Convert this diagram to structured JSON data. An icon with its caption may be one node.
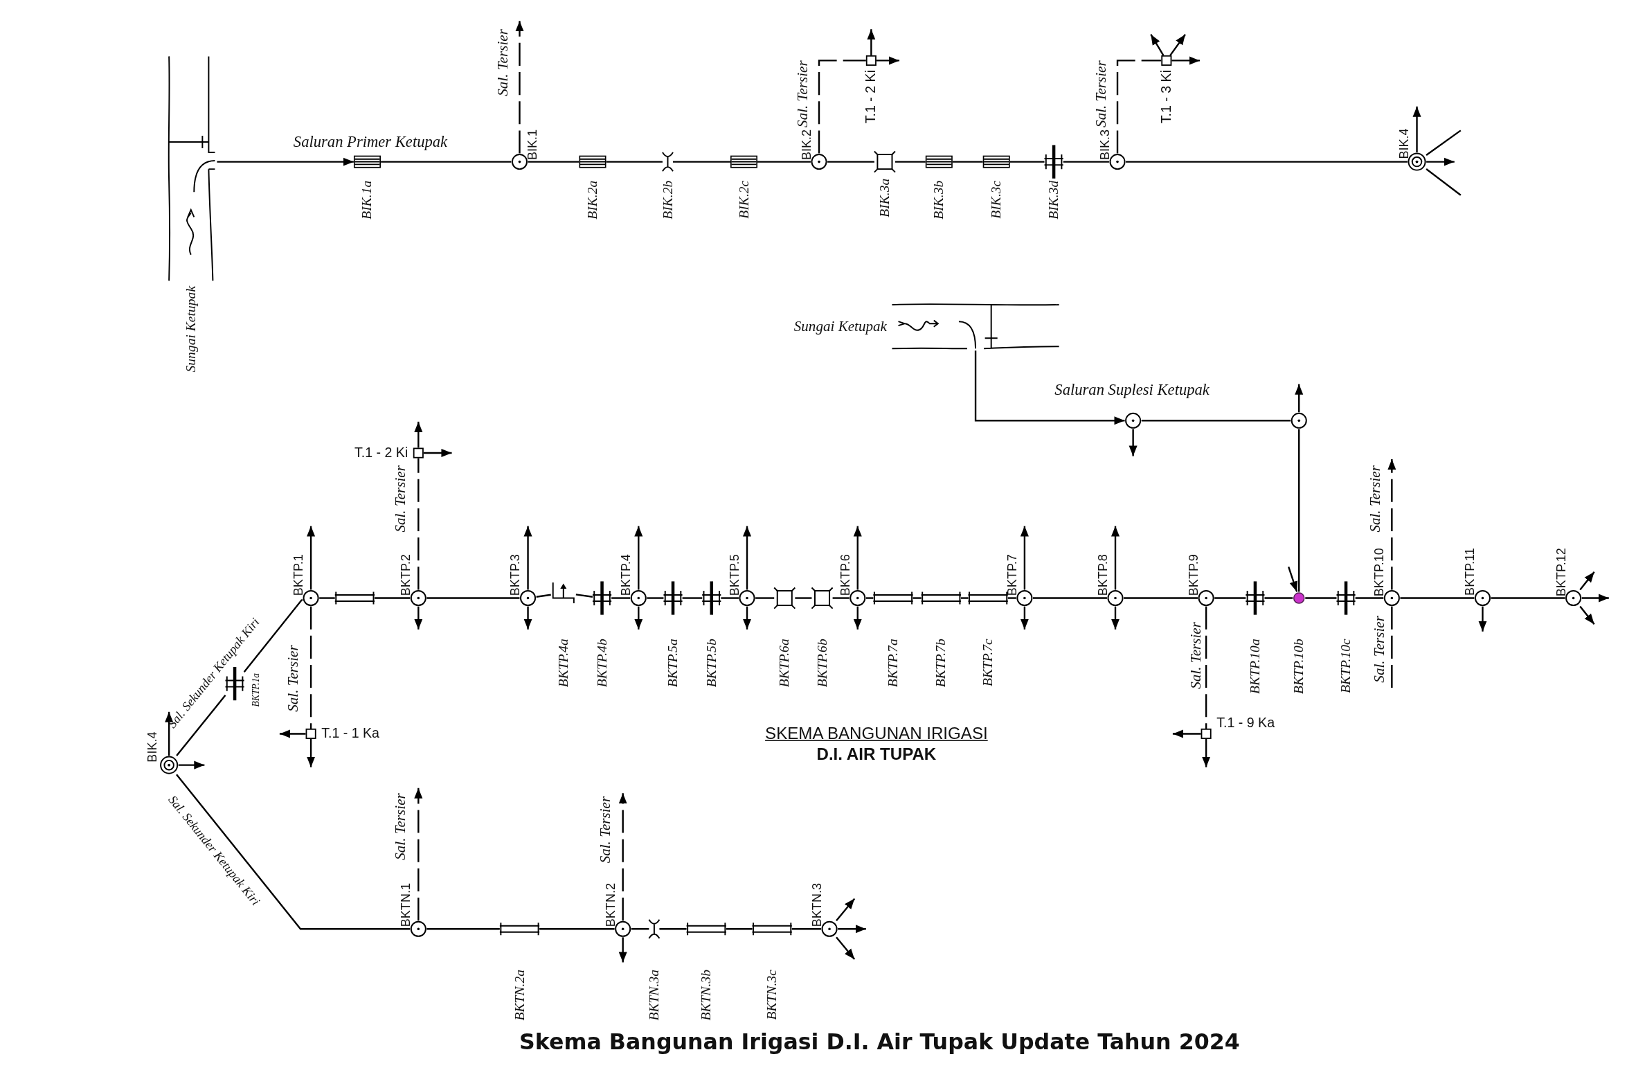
{
  "diagram": {
    "caption": "Skema Bangunan Irigasi D.I. Air Tupak Update Tahun 2024",
    "nodes": [
      {
        "text": [
          "Sungai Ketupak"
        ]
      },
      {
        "text": [
          "BIK.1a"
        ]
      },
      {
        "text": [
          "BIK.1"
        ]
      },
      {
        "text": [
          "BIK.2a"
        ]
      },
      {
        "text": [
          "BIK.2b"
        ]
      },
      {
        "text": [
          "BIK.2c"
        ]
      },
      {
        "text": [
          "BIK.2"
        ]
      },
      {
        "text": [
          "T.1 - 2 Ki"
        ]
      },
      {
        "text": [
          "BIK.3a"
        ]
      },
      {
        "text": [
          "BIK.3b"
        ]
      },
      {
        "text": [
          "BIK.3c"
        ]
      },
      {
        "text": [
          "BIK.3d"
        ]
      },
      {
        "text": [
          "BIK.3"
        ]
      },
      {
        "text": [
          "T.1 - 3 Ki"
        ]
      },
      {
        "text": [
          "BIK.4"
        ]
      },
      {
        "text": [
          "Sungai Ketupak"
        ]
      },
      {
        "text": [],
        "shape": "circle"
      },
      {
        "text": [],
        "shape": "circle"
      },
      {
        "text": [
          "BIK.4"
        ]
      },
      {
        "text": [
          "BKTP.1a"
        ]
      },
      {
        "text": [
          "BKTP.1"
        ]
      },
      {
        "text": [
          "T.1 - 1 Ka"
        ]
      },
      {
        "text": [],
        "shape": "box"
      },
      {
        "text": [
          "BKTP.2"
        ]
      },
      {
        "text": [
          "T.1 - 2 Ki"
        ]
      },
      {
        "text": [
          "BKTP.3"
        ]
      },
      {
        "text": [
          "BKTP.4a"
        ]
      },
      {
        "text": [
          "BKTP.4b"
        ]
      },
      {
        "text": [
          "BKTP.4"
        ]
      },
      {
        "text": [
          "BKTP.5a"
        ]
      },
      {
        "text": [
          "BKTP.5b"
        ]
      },
      {
        "text": [
          "BKTP.5"
        ]
      },
      {
        "text": [
          "BKTP.6a"
        ]
      },
      {
        "text": [
          "BKTP.6b"
        ]
      },
      {
        "text": [
          "BKTP.6"
        ]
      },
      {
        "text": [
          "BKTP.7a"
        ]
      },
      {
        "text": [
          "BKTP.7b"
        ]
      },
      {
        "text": [
          "BKTP.7c"
        ]
      },
      {
        "text": [
          "BKTP.7"
        ]
      },
      {
        "text": [
          "BKTP.8"
        ]
      },
      {
        "text": [
          "BKTP.9"
        ]
      },
      {
        "text": [
          "T.1 - 9 Ka"
        ]
      },
      {
        "text": [
          "BKTP.10a"
        ]
      },
      {
        "text": [
          "BKTP.10b"
        ]
      },
      {
        "text": [
          "BKTP.10c"
        ]
      },
      {
        "text": [
          "BKTP.10"
        ]
      },
      {
        "text": [
          "BKTP.11"
        ]
      },
      {
        "text": [
          "BKTP.12"
        ]
      },
      {
        "text": [
          "BKTN.1"
        ]
      },
      {
        "text": [
          "BKTN.2a"
        ]
      },
      {
        "text": [
          "BKTN.2"
        ]
      },
      {
        "text": [
          "BKTN.3a"
        ]
      },
      {
        "text": [
          "BKTN.3b"
        ]
      },
      {
        "text": [
          "BKTN.3c"
        ]
      },
      {
        "text": [
          "BKTN.3"
        ]
      }
    ],
    "edges": [
      {
        "from": 0,
        "to": 1,
        "arrow": "to",
        "label": "Saluran Primer Ketupak"
      },
      {
        "from": 1,
        "to": 2,
        "arrow": "none"
      },
      {
        "from": 2,
        "to": null,
        "arrow": "to",
        "style": "dashed",
        "label": "Sal. Tersier"
      },
      {
        "from": 2,
        "to": 3,
        "arrow": "none"
      },
      {
        "from": 3,
        "to": 4,
        "arrow": "none"
      },
      {
        "from": 4,
        "to": 5,
        "arrow": "none"
      },
      {
        "from": 5,
        "to": 6,
        "arrow": "none"
      },
      {
        "from": 6,
        "to": 7,
        "arrow": "none",
        "style": "dashed",
        "label": "Sal. Tersier"
      },
      {
        "from": 6,
        "to": 8,
        "arrow": "none"
      },
      {
        "from": 8,
        "to": 9,
        "arrow": "none"
      },
      {
        "from": 9,
        "to": 10,
        "arrow": "none"
      },
      {
        "from": 10,
        "to": 11,
        "arrow": "none"
      },
      {
        "from": 11,
        "to": 12,
        "arrow": "none"
      },
      {
        "from": 12,
        "to": 13,
        "arrow": "none",
        "style": "dashed",
        "label": "Sal. Tersier"
      },
      {
        "from": 12,
        "to": 14,
        "arrow": "none"
      },
      {
        "from": 14,
        "to": null,
        "arrow": "none"
      },
      {
        "from": 14,
        "to": null,
        "arrow": "none"
      },
      {
        "from": 15,
        "to": 16,
        "arrow": "to",
        "label": "Saluran Suplesi Ketupak"
      },
      {
        "from": 16,
        "to": 17,
        "arrow": "none"
      },
      {
        "from": 17,
        "to": 43,
        "arrow": "none"
      },
      {
        "from": 18,
        "to": 19,
        "arrow": "none",
        "label": "Sal. Sekunder Ketupak Kiri"
      },
      {
        "from": 19,
        "to": 20,
        "arrow": "none"
      },
      {
        "from": 20,
        "to": 21,
        "arrow": "none",
        "style": "dashed",
        "label": "Sal. Tersier"
      },
      {
        "from": 20,
        "to": 22,
        "arrow": "none"
      },
      {
        "from": 22,
        "to": 23,
        "arrow": "none"
      },
      {
        "from": 23,
        "to": 24,
        "arrow": "none",
        "style": "dashed",
        "label": "Sal. Tersier"
      },
      {
        "from": 23,
        "to": 25,
        "arrow": "none"
      },
      {
        "from": 25,
        "to": 26,
        "arrow": "none"
      },
      {
        "from": 26,
        "to": 27,
        "arrow": "none"
      },
      {
        "from": 27,
        "to": 28,
        "arrow": "none"
      },
      {
        "from": 28,
        "to": 29,
        "arrow": "none"
      },
      {
        "from": 29,
        "to": 30,
        "arrow": "none"
      },
      {
        "from": 30,
        "to": 31,
        "arrow": "none"
      },
      {
        "from": 31,
        "to": 32,
        "arrow": "none"
      },
      {
        "from": 32,
        "to": 33,
        "arrow": "none"
      },
      {
        "from": 33,
        "to": 34,
        "arrow": "none"
      },
      {
        "from": 34,
        "to": 35,
        "arrow": "none"
      },
      {
        "from": 35,
        "to": 36,
        "arrow": "none"
      },
      {
        "from": 36,
        "to": 37,
        "arrow": "none"
      },
      {
        "from": 37,
        "to": 38,
        "arrow": "none"
      },
      {
        "from": 38,
        "to": 39,
        "arrow": "none"
      },
      {
        "from": 39,
        "to": 40,
        "arrow": "none"
      },
      {
        "from": 40,
        "to": 41,
        "arrow": "none",
        "style": "dashed",
        "label": "Sal. Tersier"
      },
      {
        "from": 40,
        "to": 42,
        "arrow": "none"
      },
      {
        "from": 42,
        "to": 43,
        "arrow": "none"
      },
      {
        "from": 43,
        "to": 44,
        "arrow": "none"
      },
      {
        "from": 44,
        "to": 45,
        "arrow": "none"
      },
      {
        "from": 45,
        "to": null,
        "arrow": "to",
        "style": "dashed",
        "label": "Sal. Tersier"
      },
      {
        "from": 45,
        "to": null,
        "arrow": "none",
        "style": "dashed",
        "label": "Sal. Tersier"
      },
      {
        "from": 45,
        "to": 46,
        "arrow": "none"
      },
      {
        "from": 46,
        "to": 47,
        "arrow": "none"
      },
      {
        "from": 18,
        "to": 48,
        "arrow": "none",
        "label": "Sal. Sekunder Ketupak Kiri"
      },
      {
        "from": 48,
        "to": null,
        "arrow": "to",
        "style": "dashed",
        "label": "Sal. Tersier"
      },
      {
        "from": 48,
        "to": 49,
        "arrow": "none"
      },
      {
        "from": 49,
        "to": 50,
        "arrow": "none"
      },
      {
        "from": 50,
        "to": null,
        "arrow": "to",
        "style": "dashed",
        "label": "Sal. Tersier"
      },
      {
        "from": 50,
        "to": 51,
        "arrow": "none"
      },
      {
        "from": 51,
        "to": 52,
        "arrow": "none"
      },
      {
        "from": 52,
        "to": 53,
        "arrow": "none"
      },
      {
        "from": 53,
        "to": 54,
        "arrow": "none"
      },
      {
        "from": 7,
        "to": null,
        "arrow": "to"
      },
      {
        "from": 7,
        "to": null,
        "arrow": "to"
      },
      {
        "from": 13,
        "to": null,
        "arrow": "to"
      },
      {
        "from": 13,
        "to": null,
        "arrow": "to"
      },
      {
        "from": 13,
        "to": null,
        "arrow": "to"
      },
      {
        "from": 14,
        "to": null,
        "arrow": "to"
      },
      {
        "from": 14,
        "to": null,
        "arrow": "to"
      },
      {
        "from": 16,
        "to": null,
        "arrow": "to"
      },
      {
        "from": 17,
        "to": null,
        "arrow": "to"
      },
      {
        "from": null,
        "to": 43,
        "arrow": "to"
      },
      {
        "from": 18,
        "to": null,
        "arrow": "to"
      },
      {
        "from": 18,
        "to": null,
        "arrow": "to"
      },
      {
        "from": 20,
        "to": null,
        "arrow": "to"
      },
      {
        "from": 21,
        "to": null,
        "arrow": "to"
      },
      {
        "from": 21,
        "to": null,
        "arrow": "to"
      },
      {
        "from": 23,
        "to": null,
        "arrow": "to"
      },
      {
        "from": 24,
        "to": null,
        "arrow": "to"
      },
      {
        "from": 24,
        "to": null,
        "arrow": "to"
      },
      {
        "from": 41,
        "to": null,
        "arrow": "to"
      },
      {
        "from": 41,
        "to": null,
        "arrow": "to"
      },
      {
        "from": 46,
        "to": null,
        "arrow": "to"
      },
      {
        "from": 47,
        "to": null,
        "arrow": "to"
      },
      {
        "from": 47,
        "to": null,
        "arrow": "to"
      },
      {
        "from": 47,
        "to": null,
        "arrow": "to"
      },
      {
        "from": 50,
        "to": null,
        "arrow": "to"
      },
      {
        "from": 54,
        "to": null,
        "arrow": "to"
      },
      {
        "from": 54,
        "to": null,
        "arrow": "to"
      },
      {
        "from": 54,
        "to": null,
        "arrow": "to"
      },
      {
        "from": 25,
        "to": null,
        "arrow": "to"
      },
      {
        "from": 25,
        "to": null,
        "arrow": "to"
      },
      {
        "from": 28,
        "to": null,
        "arrow": "to"
      },
      {
        "from": 28,
        "to": null,
        "arrow": "to"
      },
      {
        "from": 31,
        "to": null,
        "arrow": "to"
      },
      {
        "from": 31,
        "to": null,
        "arrow": "to"
      },
      {
        "from": 34,
        "to": null,
        "arrow": "to"
      },
      {
        "from": 34,
        "to": null,
        "arrow": "to"
      },
      {
        "from": 38,
        "to": null,
        "arrow": "to"
      },
      {
        "from": 38,
        "to": null,
        "arrow": "to"
      },
      {
        "from": 39,
        "to": null,
        "arrow": "to"
      },
      {
        "from": 39,
        "to": null,
        "arrow": "to"
      }
    ],
    "labels": [
      "SKEMA BANGUNAN IRIGASI",
      "D.I. AIR TUPAK"
    ]
  }
}
